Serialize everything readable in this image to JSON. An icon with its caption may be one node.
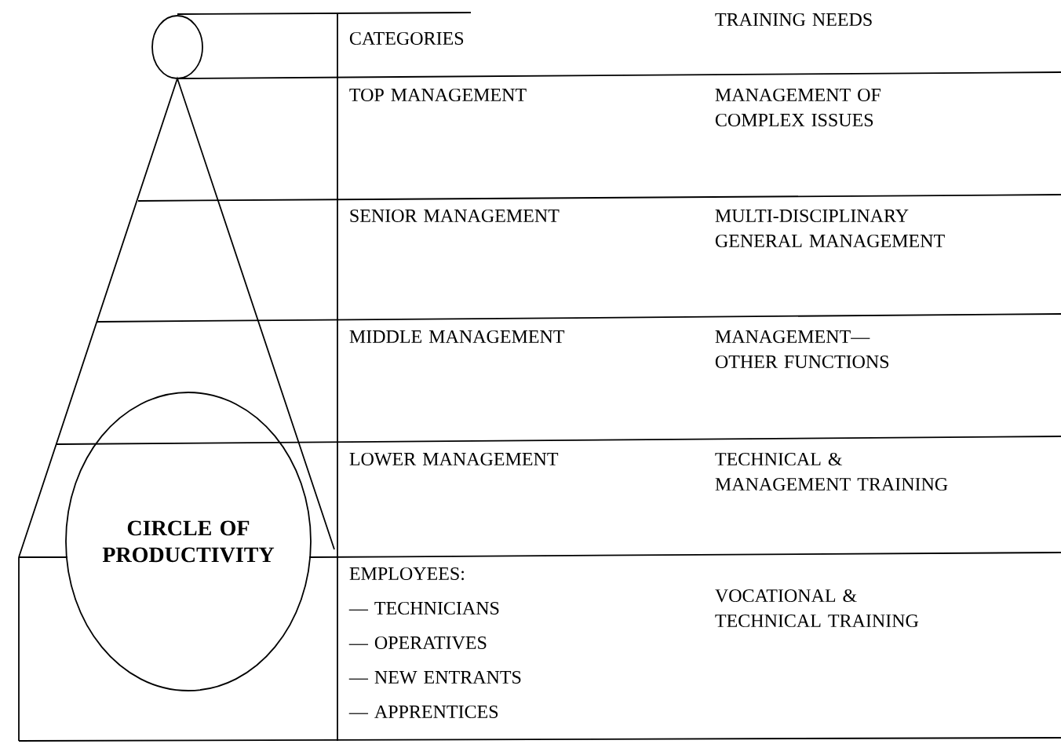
{
  "diagram": {
    "nodes": [
      {
        "text": [],
        "shape": "circle"
      },
      {
        "text": [
          "CIRCLE OF PRODUCTIVITY"
        ]
      }
    ],
    "labels": [
      "CATEGORIES",
      "TRAINING NEEDS",
      "TOP MANAGEMENT",
      "MANAGEMENT OF COMPLEX ISSUES",
      "SENIOR MANAGEMENT",
      "MULTI-DISCIPLINARY GENERAL MANAGEMENT",
      "MIDDLE MANAGEMENT",
      "MANAGEMENT— OTHER FUNCTIONS",
      "LOWER MANAGEMENT",
      "TECHNICAL & MANAGEMENT TRAINING",
      "EMPLOYEES:",
      "— TECHNICIANS",
      "— OPERATIVES",
      "— NEW ENTRANTS",
      "— APPRENTICES",
      "VOCATIONAL & TECHNICAL TRAINING"
    ]
  }
}
